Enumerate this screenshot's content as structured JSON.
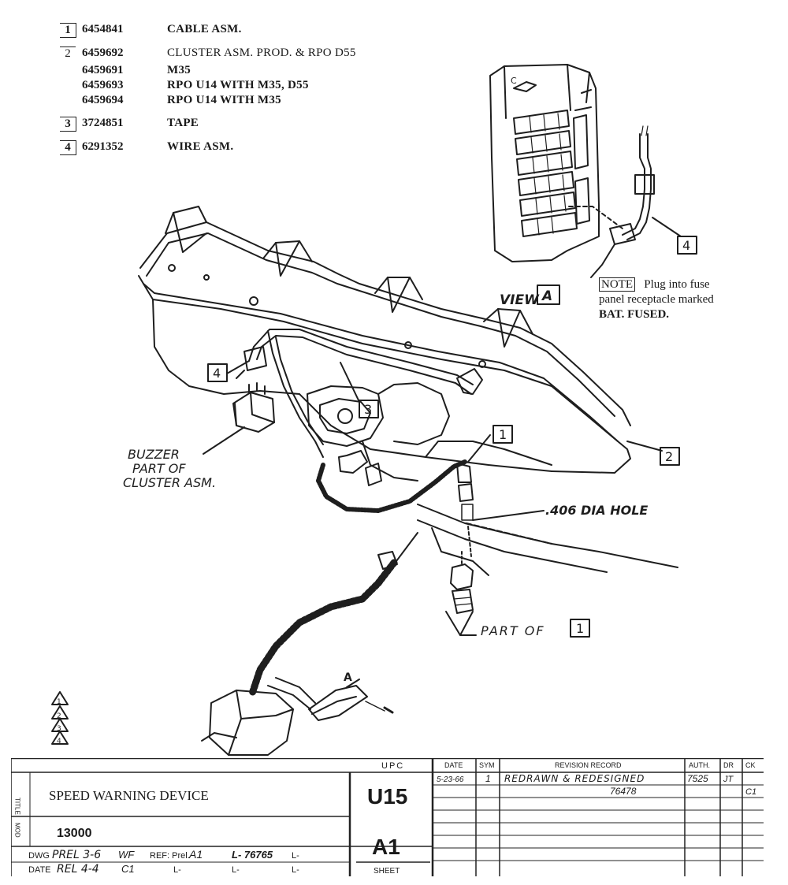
{
  "parts_list": [
    {
      "num": "1",
      "part_no": "6454841",
      "desc": "CABLE ASM.",
      "boxed": true
    },
    {
      "num": "2",
      "part_no": "6459692",
      "desc": "CLUSTER ASM. PROD. & RPO D55",
      "boxed": false
    },
    {
      "num": "",
      "part_no": "6459691",
      "desc": "M35",
      "boxed": false
    },
    {
      "num": "",
      "part_no": "6459693",
      "desc": "RPO U14 WITH M35, D55",
      "boxed": false
    },
    {
      "num": "",
      "part_no": "6459694",
      "desc": "RPO U14 WITH M35",
      "boxed": false
    },
    {
      "num": "3",
      "part_no": "3724851",
      "desc": "TAPE",
      "boxed": true
    },
    {
      "num": "4",
      "part_no": "6291352",
      "desc": "WIRE ASM.",
      "boxed": true
    }
  ],
  "callouts": {
    "view_label": "VIEW",
    "view_letter": "A",
    "fuse_panel_letter": "C",
    "wire_tag": "4",
    "cable_tag": "1",
    "cluster_tag": "2",
    "tape_tag": "3",
    "buzzer_line1": "BUZZER",
    "buzzer_line2": "PART OF",
    "buzzer_line3": "CLUSTER ASM.",
    "hole_label": ".406 DIA HOLE",
    "part_of_label": "PART OF",
    "part_of_tag": "1",
    "connector_letter": "A",
    "triangle_tags": [
      "1",
      "2",
      "3",
      "4"
    ]
  },
  "note": {
    "label": "NOTE",
    "line1": "Plug into fuse",
    "line2": "panel receptacle marked",
    "line3": "BAT. FUSED."
  },
  "title_block": {
    "upc_header": "UPC",
    "date_header": "DATE",
    "sym_header": "SYM",
    "revision_header": "REVISION RECORD",
    "auth_header": "AUTH.",
    "dr_header": "DR",
    "ck_header": "CK",
    "title_label": "TITLE",
    "title": "SPEED WARNING DEVICE",
    "mod_label": "MOD",
    "mod_value": "13000",
    "upc_value": "U15",
    "sheet_code": "A1",
    "dwg_label": "DWG",
    "dwg_value": "PREL 3-6",
    "dwg_initials": "WF",
    "date_label": "DATE",
    "date_value": "REL 4-4",
    "date_initials": "C1",
    "ref_label": "REF: Prel.",
    "ref_value": "A1",
    "l_number": "L- 76765",
    "l2": "L-",
    "l3": "L-",
    "l4": "L-",
    "l5": "L-",
    "sheet_label": "SHEET",
    "rev_date": "5-23-66",
    "rev_sym": "1",
    "rev_text": "REDRAWN & REDESIGNED",
    "rev_text2": "76478",
    "rev_auth": "7525",
    "rev_dr": "JT",
    "rev_ck": "C1"
  }
}
